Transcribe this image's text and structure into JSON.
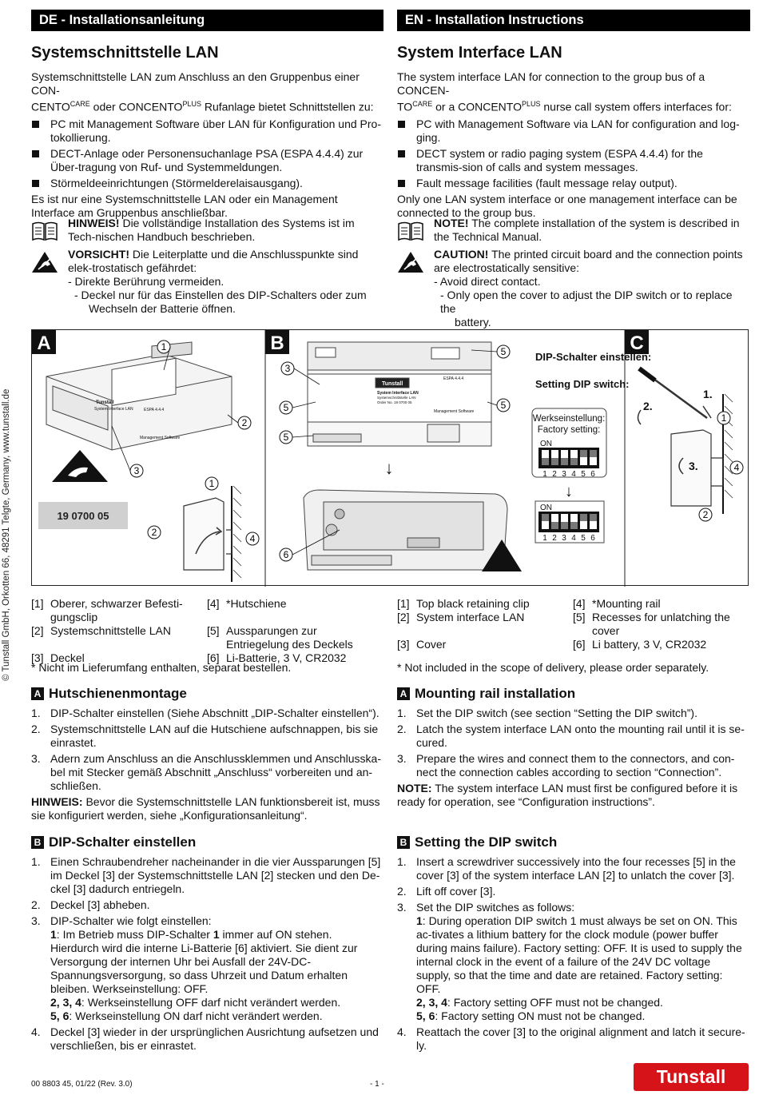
{
  "header": {
    "de": "DE - Installationsanleitung",
    "en": "EN - Installation Instructions"
  },
  "de": {
    "title": "Systemschnittstelle LAN",
    "intro_1": "Systemschnittstelle LAN zum Anschluss an den Gruppenbus einer CON-",
    "intro_2a": "CENTO",
    "intro_2b": "CARE",
    "intro_2c": " oder CONCENTO",
    "intro_2d": "PLUS",
    "intro_2e": " Rufanlage bietet Schnittstellen zu:",
    "bullets": [
      "PC mit Management Software über LAN für Konfiguration und Pro-tokollierung.",
      "DECT-Anlage oder Personensuchanlage PSA (ESPA 4.4.4) zur Über-tragung von Ruf- und Systemmeldungen.",
      "Störmeldeeinrichtungen (Störmelderelaisausgang)."
    ],
    "only_one": "Es ist nur eine Systemschnittstelle LAN oder ein Management Interface am Gruppenbus anschließbar.",
    "note_label": "HINWEIS!",
    "note_text": " Die vollständige Installation des Systems ist im Tech-nischen Handbuch beschrieben.",
    "caution_label": "VORSICHT!",
    "caution_text": " Die Leiterplatte und die Anschlusspunkte sind elek-trostatisch gefährdet:",
    "caution_1": "- Direkte Berührung vermeiden.",
    "caution_2": "- Deckel nur für das Einstellen des DIP-Schalters oder zum",
    "caution_3": "Wechseln der Batterie öffnen.",
    "legend": [
      [
        "[1]",
        "Oberer, schwarzer Befesti-gungsclip",
        "[4]",
        "*Hutschiene"
      ],
      [
        "[2]",
        "Systemschnittstelle LAN",
        "[5]",
        "Aussparungen zur Entriegelung des Deckels"
      ],
      [
        "[3]",
        "Deckel",
        "[6]",
        "Li-Batterie, 3 V, CR2032"
      ]
    ],
    "footnote": "* Nicht im Lieferumfang enthalten, separat bestellen.",
    "secA_badge": "A",
    "secA_title": "Hutschienenmontage",
    "secA_steps": [
      [
        "1.",
        "DIP-Schalter einstellen (Siehe Abschnitt „DIP-Schalter einstellen“)."
      ],
      [
        "2.",
        "Systemschnittstelle LAN auf die Hutschiene aufschnappen, bis sie einrastet."
      ],
      [
        "3.",
        "Adern zum Anschluss an die Anschlussklemmen und Anschlusska-bel mit Stecker gemäß Abschnitt „Anschluss“ vorbereiten und an-schließen."
      ]
    ],
    "secA_note_label": "HINWEIS:",
    "secA_note_text": " Bevor die Systemschnittstelle LAN funktionsbereit ist, muss sie konfiguriert werden, siehe „Konfigurationsanleitung“.",
    "secB_badge": "B",
    "secB_title": "DIP-Schalter einstellen",
    "secB_step1_num": "1.",
    "secB_step1": "Einen Schraubendreher nacheinander in die vier Aussparungen [5] im Deckel [3] der Systemschnittstelle LAN [2] stecken und den De-ckel [3] dadurch entriegeln.",
    "secB_step2_num": "2.",
    "secB_step2": "Deckel [3] abheben.",
    "secB_step3_num": "3.",
    "secB_step3": "DIP-Schalter wie folgt einstellen:",
    "secB_s1_bold": "1",
    "secB_s1a": ": Im Betrieb muss DIP-Schalter ",
    "secB_s1_bold2": "1",
    "secB_s1b": " immer auf ON stehen. Hierdurch wird die interne Li-Batterie [6] aktiviert. Sie dient zur Versorgung der internen Uhr bei Ausfall der 24V-DC-Spannungsversorgung, so dass Uhrzeit und Datum erhalten bleiben. Werkseinstellung: OFF.",
    "secB_s2_bold": "2, 3, 4",
    "secB_s2": ": Werkseinstellung OFF darf nicht verändert werden.",
    "secB_s3_bold": "5, 6",
    "secB_s3": ": Werkseinstellung ON darf nicht verändert werden.",
    "secB_step4_num": "4.",
    "secB_step4": "Deckel [3] wieder in der ursprünglichen Ausrichtung aufsetzen und verschließen, bis er einrastet."
  },
  "en": {
    "title": "System Interface LAN",
    "intro_1": "The system interface LAN for connection to the group bus of a CONCEN-",
    "intro_2a": "TO",
    "intro_2b": "CARE",
    "intro_2c": " or a CONCENTO",
    "intro_2d": "PLUS",
    "intro_2e": " nurse call system offers interfaces for:",
    "bullets": [
      "PC with Management Software via LAN for configuration and log-ging.",
      "DECT system or radio paging system (ESPA 4.4.4) for the transmis-sion of calls and system messages.",
      "Fault message facilities (fault message relay output)."
    ],
    "only_one": "Only one LAN system interface or one management interface can be connected to the group bus.",
    "note_label": "NOTE!",
    "note_text": " The complete installation of the system is described in the Technical Manual.",
    "caution_label": "CAUTION!",
    "caution_text": " The printed circuit board and the connection points are electrostatically sensitive:",
    "caution_1": "- Avoid direct contact.",
    "caution_2": "- Only open the cover to adjust the DIP switch or to replace the",
    "caution_3": "battery.",
    "legend": [
      [
        "[1]",
        "Top black retaining clip",
        "[4]",
        "*Mounting rail"
      ],
      [
        "[2]",
        "System interface LAN",
        "[5]",
        "Recesses for unlatching the cover"
      ],
      [
        "[3]",
        "Cover",
        "[6]",
        " Li battery, 3 V, CR2032"
      ]
    ],
    "footnote": "* Not included in the scope of delivery, please order separately.",
    "secA_badge": "A",
    "secA_title": "Mounting rail installation",
    "secA_steps": [
      [
        "1.",
        "Set the DIP switch (see section “Setting the DIP switch”)."
      ],
      [
        "2.",
        "Latch the system interface LAN onto the mounting rail until it is se-cured."
      ],
      [
        "3.",
        "Prepare the wires and connect them to the connectors, and con-nect the connection cables according to section “Connection”."
      ]
    ],
    "secA_note_label": "NOTE:",
    "secA_note_text": " The system interface LAN must first be configured before it is ready for operation, see “Configuration instructions”.",
    "secB_badge": "B",
    "secB_title": "Setting the DIP switch",
    "secB_step1_num": "1.",
    "secB_step1": "Insert a screwdriver successively into the four recesses [5] in the cover [3] of the system interface LAN [2] to unlatch the cover [3].",
    "secB_step2_num": "2.",
    "secB_step2": "Lift off cover [3].",
    "secB_step3_num": "3.",
    "secB_step3": "Set the DIP switches as follows:",
    "secB_s1_bold": "1",
    "secB_s1a": ": During operation DIP switch 1 must always be set on ON. This ac-tivates a lithium battery for the clock module (power buffer during mains failure). Factory setting: OFF. It is used to supply the internal clock in the event of a failure of the 24V DC voltage supply, so that the time and date are retained. Factory setting: OFF.",
    "secB_s1_bold2": "",
    "secB_s1b": "",
    "secB_s2_bold": "2, 3, 4",
    "secB_s2": ": Factory setting OFF must not be changed.",
    "secB_s3_bold": "5, 6",
    "secB_s3": ": Factory setting ON must not be changed.",
    "secB_step4_num": "4.",
    "secB_step4": "Reattach the cover [3] to the original alignment and latch it secure-ly."
  },
  "figure": {
    "panel_a": "A",
    "panel_b": "B",
    "panel_c": "C",
    "order_number": "19 0700 05",
    "brand": "Tunstall",
    "device_name": "System Interface LAN",
    "device_sub": "Systemschnittstelle LAN",
    "device_order": "Order No. 19 0700 05",
    "espa": "ESPA 4.4.4",
    "mgmt": "Management Software",
    "dip_title_de": "DIP-Schalter einstellen:",
    "dip_title_en": "Setting DIP switch:",
    "factory_de": "Werkseinstellung:",
    "factory_en": "Factory setting:",
    "on": "ON",
    "dip_numbers": [
      "1",
      "2",
      "3",
      "4",
      "5",
      "6"
    ],
    "step_c1": "1.",
    "step_c2": "2.",
    "step_c3": "3.",
    "callouts": [
      "1",
      "2",
      "3",
      "4",
      "5",
      "6"
    ]
  },
  "side_text": "© Tunstall GmbH, Orkotten 66, 48291 Telgte, Germany, www.tunstall.de",
  "footer": {
    "doc_code": "00 8803 45, 01/22 (Rev. 3.0)",
    "page": "- 1 -",
    "logo": "Tunstall"
  }
}
